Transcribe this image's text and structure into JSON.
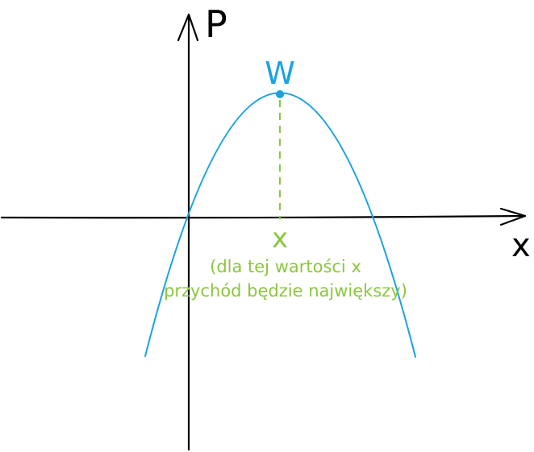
{
  "axes": {
    "y_label": "P",
    "x_label": "x"
  },
  "vertex": {
    "label": "W"
  },
  "optimum": {
    "label": "x",
    "note_line1": "(dla tej wartości x",
    "note_line2": "przychód będzie największy)"
  },
  "colors": {
    "axis": "#000000",
    "curve": "#1aa3e0",
    "annotation": "#8cc63f"
  }
}
